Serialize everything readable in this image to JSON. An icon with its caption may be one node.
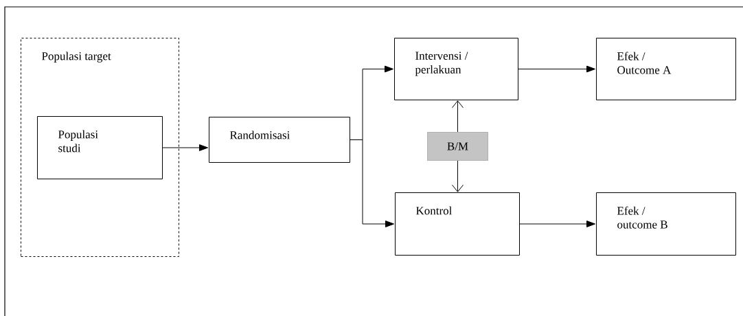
{
  "diagram": {
    "nodes": [
      {
        "text": [
          "Populasi target"
        ]
      },
      {
        "text": [
          "Populasi studi"
        ],
        "in": 0
      },
      {
        "text": [
          "Randomisasi"
        ]
      },
      {
        "text": [
          "Intervensi / perlakuan"
        ]
      },
      {
        "text": [
          "Efek / Outcome A"
        ]
      },
      {
        "text": [
          "B/M"
        ]
      },
      {
        "text": [
          "Kontrol"
        ]
      },
      {
        "text": [
          "Efek / outcome B"
        ]
      }
    ],
    "edges": [
      {
        "from": 1,
        "to": 2,
        "arrow": "to"
      },
      {
        "from": 2,
        "to": 3,
        "arrow": "to"
      },
      {
        "from": 2,
        "to": 6,
        "arrow": "to"
      },
      {
        "from": 3,
        "to": 4,
        "arrow": "to"
      },
      {
        "from": 5,
        "to": 3,
        "arrow": "to"
      },
      {
        "from": 5,
        "to": 6,
        "arrow": "to"
      },
      {
        "from": 6,
        "to": 7,
        "arrow": "to"
      }
    ]
  }
}
